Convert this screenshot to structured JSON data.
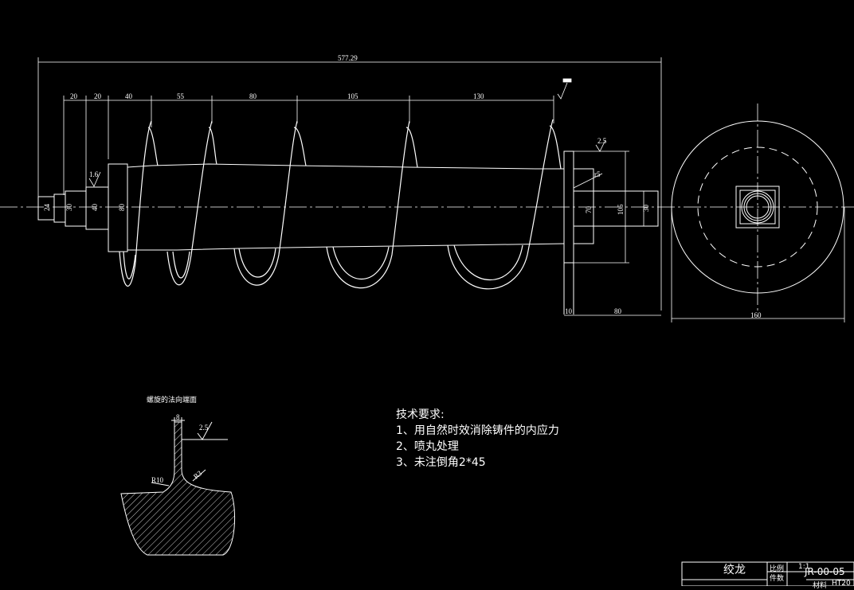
{
  "drawing": {
    "overall_length": "577.29",
    "segment_dims": [
      "20",
      "20",
      "40",
      "55",
      "80",
      "105",
      "130"
    ],
    "shaft_dims": [
      "24",
      "30",
      "40",
      "80"
    ],
    "right_dims": [
      "70",
      "105",
      "30"
    ],
    "bottom_dims": [
      "10",
      "80",
      "160"
    ],
    "roughness": [
      "1.6",
      "2.5",
      "2.5"
    ],
    "radius_label": "r5"
  },
  "section": {
    "title": "螺旋的法向端面",
    "width_label": "8",
    "roughness_label": "2.5",
    "r10_label": "R10",
    "r3_label": "R3"
  },
  "notes": {
    "heading": "技术要求:",
    "items": [
      "1、用自然时效消除铸件的内应力",
      "2、喷丸处理",
      "3、未注倒角2*45"
    ]
  },
  "title_block": {
    "part_name": "绞龙",
    "scale_label": "比例",
    "scale_value": "1:1",
    "count_label": "件数",
    "drawing_code": "JR-00-05",
    "material_label": "材料",
    "material_value": "HT20"
  },
  "colors": {
    "background": "#000000",
    "lines": "#ffffff"
  }
}
